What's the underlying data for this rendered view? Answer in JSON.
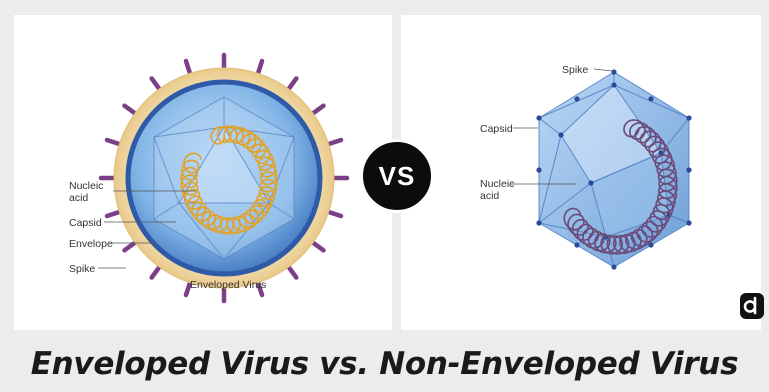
{
  "enveloped_virus": {
    "labels": {
      "nucleic_acid_line1": "Nucleic",
      "nucleic_acid_line2": "acid",
      "capsid": "Capsid",
      "envelope": "Envelope",
      "spike": "Spike"
    },
    "caption": "Enveloped Virus"
  },
  "non_enveloped_virus": {
    "labels": {
      "spike": "Spike",
      "capsid": "Capsid",
      "nucleic_acid_line1": "Nucleic",
      "nucleic_acid_line2": "acid"
    }
  },
  "vs_label": "VS",
  "title": "Enveloped Virus vs. Non-Enveloped Virus",
  "colors": {
    "envelope": "#f3d9a0",
    "spike": "#7a3f86",
    "capsid": "#6fa8dc",
    "membrane": "#2e5aa8",
    "nucleic_acid_enveloped": "#e3a225",
    "nucleic_acid_non_enveloped": "#6b4a7a",
    "vertex": "#2a4a9a"
  },
  "logo_icon": "d-logo-icon"
}
